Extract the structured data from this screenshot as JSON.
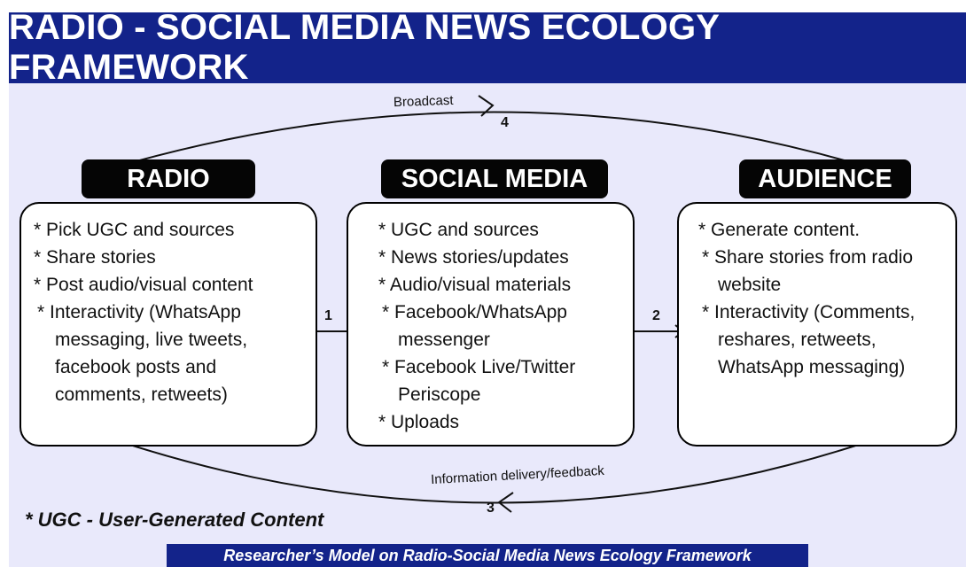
{
  "title": "RADIO - SOCIAL MEDIA NEWS ECOLOGY FRAMEWORK",
  "nodes": {
    "radio": {
      "header": "RADIO",
      "items": [
        "* Pick UGC and sources",
        "* Share stories",
        "* Post audio/visual content",
        "* Interactivity (WhatsApp messaging, live tweets, facebook posts and comments, retweets)"
      ]
    },
    "social": {
      "header": "SOCIAL MEDIA",
      "items": [
        "* UGC and sources",
        "* News stories/updates",
        "* Audio/visual materials",
        "* Facebook/WhatsApp messenger",
        "* Facebook Live/Twitter Periscope",
        "* Uploads"
      ]
    },
    "audience": {
      "header": "AUDIENCE",
      "items": [
        "* Generate content.",
        "* Share stories from radio website",
        "* Interactivity (Comments, reshares, retweets, WhatsApp messaging)"
      ]
    }
  },
  "edges": {
    "broadcast": {
      "label": "Broadcast",
      "number": "4"
    },
    "feedback": {
      "label": "Information delivery/feedback",
      "number": "3"
    },
    "radio_social": {
      "number": "1"
    },
    "social_audience": {
      "number": "2"
    }
  },
  "footnote": "* UGC - User-Generated Content",
  "caption": "Researcher’s Model on Radio-Social Media News Ecology Framework"
}
